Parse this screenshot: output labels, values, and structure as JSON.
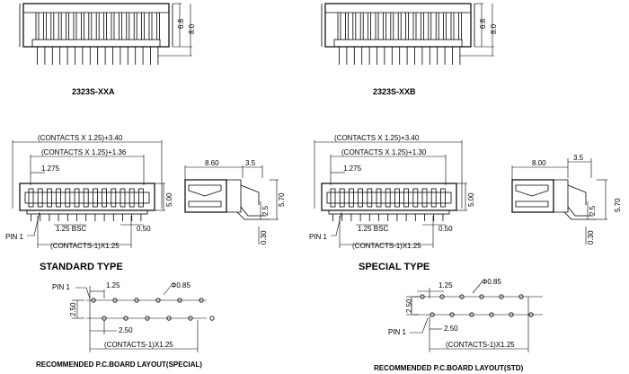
{
  "drawing": {
    "model_a": "2323S-XXA",
    "model_b": "2323S-XXB",
    "std_label": "STANDARD TYPE",
    "spec_label": "SPECIAL TYPE",
    "pcb_special_caption": "RECOMMENDED P.C.BOARD LAYOUT(SPECIAL)",
    "pcb_std_caption": "RECOMMENDED P.C.BOARD LAYOUT(STD)"
  },
  "dimensions": {
    "height_68": "6.8",
    "height_80": "8.0",
    "overall": "(CONTACTS X 1.25)+3.40",
    "inner": "(CONTACTS X 1.25)+1.36",
    "inner_b": "(CONTACTS X 1.25)+1.30",
    "offset": "1.275",
    "height_500": "5.00",
    "pitch_bsc": "1.25  BSC",
    "pin_width": "0.50",
    "pin_span": "(CONTACTS-1)X1.25",
    "pin1": "PIN 1",
    "side_len_a": "8.60",
    "side_len_b": "8.00",
    "side_35": "3.5",
    "side_570": "5.70",
    "side_25": "2.5",
    "side_030": "0.30",
    "pcb_pitch": "1.25",
    "pcb_hole": "Φ0.85",
    "pcb_row": "2.50",
    "pcb_row_pitch": "2.50"
  }
}
